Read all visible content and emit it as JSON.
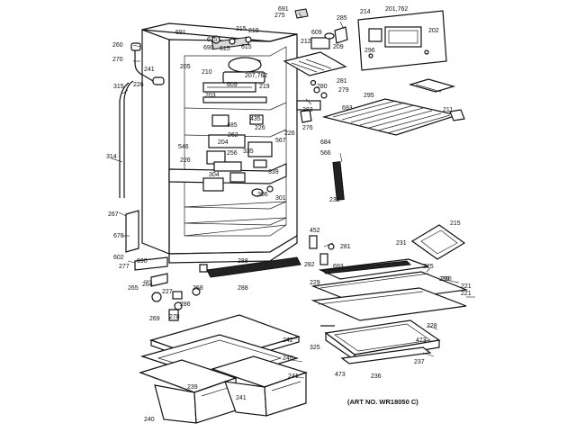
{
  "caption": "(ART NO. WR18050 C)",
  "labels": [
    "691",
    "275",
    "285",
    "214",
    "201,762",
    "202",
    "260",
    "270",
    "241",
    "226",
    "691",
    "615",
    "690",
    "615",
    "615",
    "215",
    "219",
    "212",
    "609",
    "209",
    "296",
    "315",
    "205",
    "210",
    "207,762",
    "609",
    "281",
    "279",
    "280",
    "693",
    "295",
    "203",
    "219",
    "211",
    "435",
    "485",
    "262",
    "283",
    "276",
    "226",
    "204",
    "226",
    "567",
    "566",
    "684",
    "314",
    "226",
    "546",
    "256",
    "335",
    "339",
    "304",
    "306",
    "301",
    "232",
    "267",
    "676",
    "452",
    "281",
    "215",
    "602",
    "277",
    "690",
    "288",
    "282",
    "693",
    "231",
    "225",
    "265",
    "264",
    "286",
    "227",
    "230",
    "221",
    "221",
    "268",
    "269",
    "278",
    "242",
    "240",
    "241",
    "239",
    "325",
    "473",
    "473",
    "236",
    "237",
    "228",
    "240",
    "241",
    "288",
    "229",
    "230"
  ]
}
